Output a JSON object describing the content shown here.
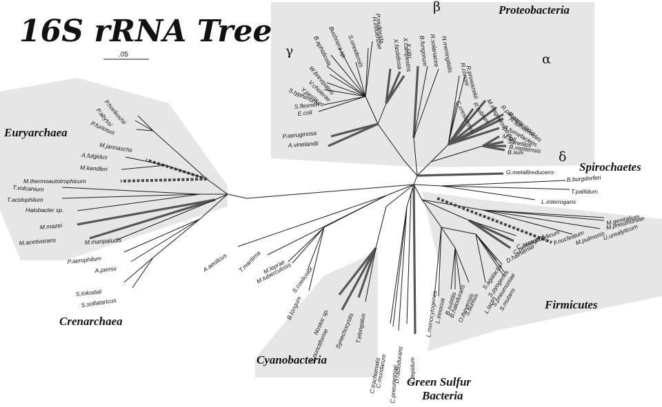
{
  "title": "16S rRNA Tree",
  "scale_label": ".05",
  "clade_labels": {
    "proteobacteria": "Proteobacteria",
    "euryarchaea": "Euryarchaea",
    "crenarchaea": "Crenarchaea",
    "cyanobacteria": "Cyanobacteria",
    "green_sulfur_1": "Green Sulfur",
    "green_sulfur_2": "Bacteria",
    "spirochaetes": "Spirochaetes",
    "firmicutes": "Firmicutes"
  },
  "greek_labels": {
    "gamma": "γ",
    "beta": "β",
    "alpha": "α",
    "delta": "δ"
  },
  "taxa": {
    "euryarchaea": [
      "P.horikoshii",
      "P.abyssi",
      "P.furiosus",
      "M.jannaschii",
      "A.fulgidus",
      "M.kandleri",
      "M.thermoautotrophicum",
      "T.volcanium",
      "T.acidophilum",
      "Halobacter sp.",
      "M.mazei",
      "M.acetivorans",
      "M.maripaludis"
    ],
    "crenarchaea": [
      "P.aerophilum",
      "A.pernix",
      "S.tokodaii",
      "S.solfataricus"
    ],
    "other_bacteria": [
      "A.aeolicus",
      "T.maritima",
      "M.tuberculosis",
      "M.leprae",
      "S.coelicolor",
      "B.longum"
    ],
    "cyanobacteria": [
      "Nostoc sp.",
      "N.punctiforme",
      "Synechocystis",
      "T.elongatus"
    ],
    "chlamydia_deino_green": [
      "C.trachomatis",
      "C.muridarum",
      "C.pneumoniae",
      "D.radiodurans",
      "C.tepidum"
    ],
    "firmicutes": [
      "L.monocytogenes",
      "L.innocua",
      "B.subtilis",
      "B.halodurans",
      "O.iheyensis",
      "S.aureus",
      "L.lactis",
      "S.mutans",
      "S.pneumoniae",
      "S.pyogenes",
      "S.agalactia",
      "D.hafniense",
      "C.perfringens",
      "C.acetobutylicum",
      "F.nucleatum",
      "M.pulmonis",
      "U.urealyticum",
      "M.pneumoniae",
      "M.genitalium"
    ],
    "spirochaetes": [
      "B.burgdorferi",
      "T.pallidum",
      "L.interrogans"
    ],
    "delta": [
      "G.metallireducens"
    ],
    "gamma": [
      "P.aeruginosa",
      "A.vinelandii",
      "E.coli",
      "S.flexneri",
      "S.typhimurium",
      "Y.pestis",
      "V.cholerae",
      "W.brevipalpis",
      "B.aphidicola",
      "Buchnera sp.",
      "S.oneidensis",
      "H.influenzae",
      "P.multocida",
      "X.fastidiosa",
      "X.campestris",
      "X.citri"
    ],
    "beta": [
      "B.fungorum",
      "R.solanacea",
      "N.meningitidis"
    ],
    "alpha": [
      "R.conorii",
      "R.prowazekii",
      "C.crescentus",
      "R.rubrum",
      "M.magnetospirillum",
      "R.palustris",
      "R.capsulatus",
      "R.sphaeroides",
      "A.tumefaciens",
      "M.loti",
      "S.meliloti",
      "B.melitensis",
      "B.suis"
    ]
  }
}
